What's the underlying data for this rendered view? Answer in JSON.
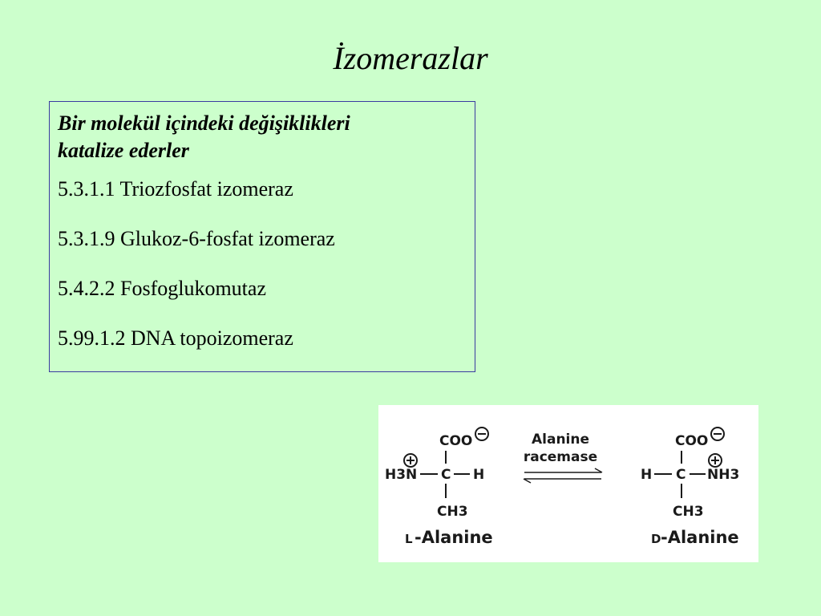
{
  "slide": {
    "title": "İzomerazlar"
  },
  "box": {
    "lead_line1": "Bir molekül içindeki değişiklikleri",
    "lead_line2": "katalize ederler",
    "items": [
      "5.3.1.1 Triozfosfat izomeraz",
      "5.3.1.9 Glukoz-6-fosfat izomeraz",
      "5.4.2.2 Fosfoglukomutaz",
      "5.99.1.2 DNA topoizomeraz"
    ]
  },
  "figure": {
    "left": {
      "top_group": "COO",
      "left_group": "H3N",
      "center": "C",
      "right_group": "H",
      "bottom_group": "CH3",
      "name_prefix": "L",
      "name": "-Alanine"
    },
    "enzyme_line1": "Alanine",
    "enzyme_line2": "racemase",
    "right": {
      "top_group": "COO",
      "left_group": "H",
      "center": "C",
      "right_group": "NH3",
      "bottom_group": "CH3",
      "name_prefix": "D",
      "name": "-Alanine"
    }
  }
}
